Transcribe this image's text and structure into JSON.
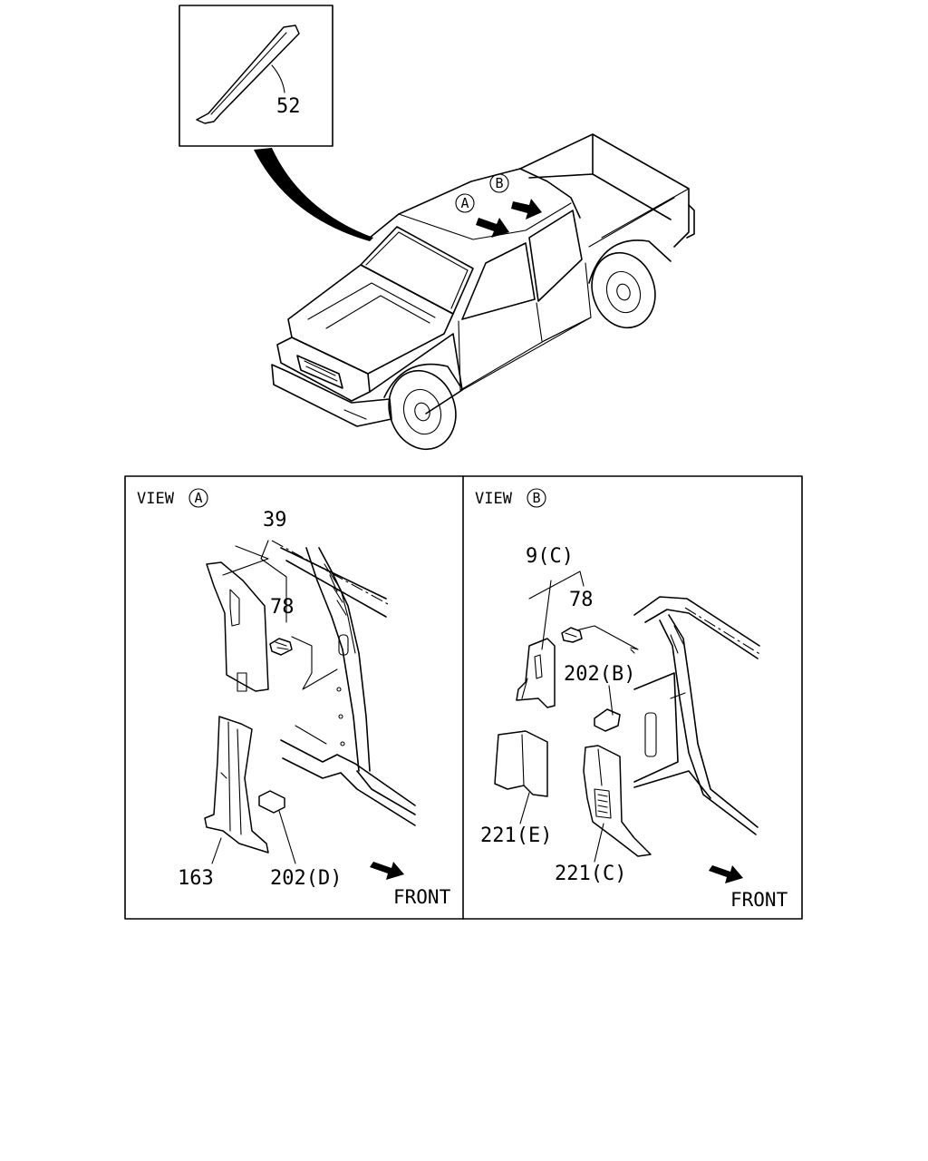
{
  "inset": {
    "part_label": "52"
  },
  "vehicle": {
    "view_marker_a": "A",
    "view_marker_b": "B"
  },
  "view_a": {
    "prefix": "VIEW",
    "marker": "A",
    "labels": {
      "p39": "39",
      "p78": "78",
      "p163": "163",
      "p202d": "202(D)"
    },
    "front": "FRONT"
  },
  "view_b": {
    "prefix": "VIEW",
    "marker": "B",
    "labels": {
      "p9c": "9(C)",
      "p78": "78",
      "p202b": "202(B)",
      "p221e": "221(E)",
      "p221c": "221(C)"
    },
    "front": "FRONT"
  }
}
